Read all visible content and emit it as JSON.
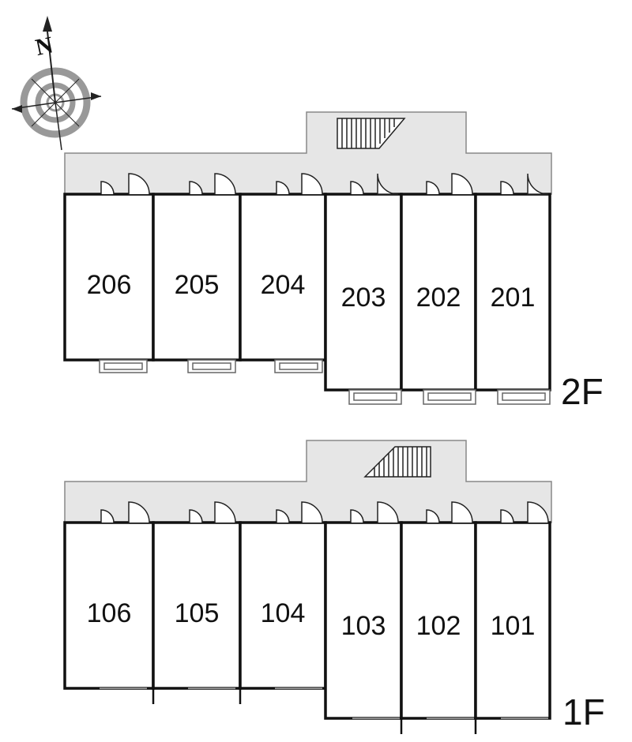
{
  "compass": {
    "label": "N"
  },
  "floors": [
    {
      "id": "2F",
      "label": "2F",
      "stairs_icon": "stairs-up-right-icon",
      "units": [
        {
          "number": "206"
        },
        {
          "number": "205"
        },
        {
          "number": "204"
        },
        {
          "number": "203"
        },
        {
          "number": "202"
        },
        {
          "number": "201"
        }
      ]
    },
    {
      "id": "1F",
      "label": "1F",
      "stairs_icon": "stairs-up-left-icon",
      "units": [
        {
          "number": "106"
        },
        {
          "number": "105"
        },
        {
          "number": "104"
        },
        {
          "number": "103"
        },
        {
          "number": "102"
        },
        {
          "number": "101"
        }
      ]
    }
  ],
  "colors": {
    "corridor": "#e6e6e6",
    "wall": "#111111",
    "balcony": "#9a9a9a"
  }
}
